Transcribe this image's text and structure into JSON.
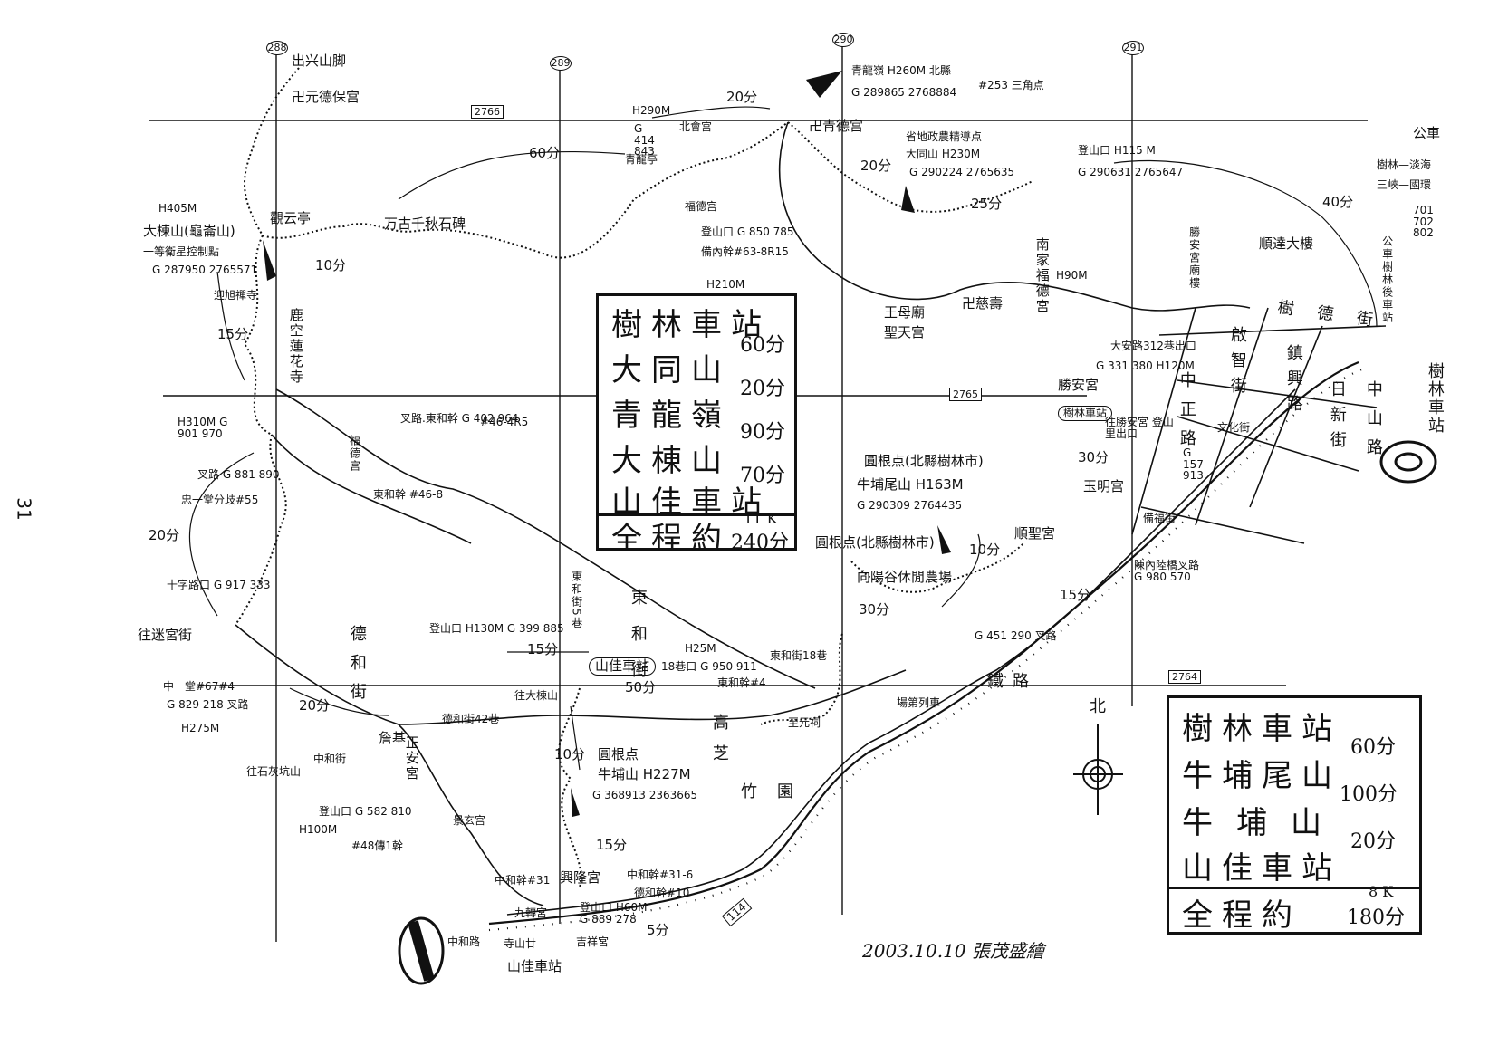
{
  "page_number": "31",
  "grid": {
    "cols": [
      "288",
      "289",
      "290",
      "291"
    ],
    "rows": [
      "2766",
      "2765",
      "2764"
    ]
  },
  "box1": {
    "stations": [
      "樹林車站",
      "大同山",
      "青龍嶺",
      "大棟山",
      "山佳車站"
    ],
    "times": [
      "60分",
      "20分",
      "90分",
      "70分"
    ],
    "total_label": "全程約",
    "distance": "11 K",
    "total_time": "240分"
  },
  "box2": {
    "stations": [
      "樹林車站",
      "牛埔尾山",
      "牛埔山",
      "山佳車站"
    ],
    "times": [
      "60分",
      "100分",
      "20分"
    ],
    "total_label": "全程約",
    "distance": "8 K",
    "total_time": "180分"
  },
  "north_label": "北",
  "credit": "2003.10.10 張茂盛繪",
  "labels": {
    "chuxing": "出兴山脚",
    "yuande": "卍元德保宫",
    "qinglong_h": "青龍嶺 H260M 北縣",
    "qinglong_n": "#253 三角点",
    "qinglong_g": "G 289865 2768884",
    "qingde": "卍青德宫",
    "dadong_h": "H405M",
    "dadong_name": "大棟山(龜崙山)",
    "dadong_pt": "一等衛星控制點",
    "dadong_g": "G 287950 2765571",
    "guanyun": "觀云亭",
    "wangu": "万古千秋石碑",
    "h290": "H290M",
    "g414": "G 414 843",
    "qinglongting": "青龍亭",
    "beihui": "北會宫",
    "fude": "福德宫",
    "dengshan850": "登山口 G 850 785",
    "fanei": "備內幹#63-8R15",
    "h210": "H210M",
    "datong_pt": "省地政農精導点",
    "datong_h": "大同山 H230M",
    "datong_g": "G 290224 2765635",
    "dengshan_h115": "登山口 H115 M",
    "dengshan_g": "G 290631 2765647",
    "bus_title": "公車",
    "bus_route1": "樹林—淡海",
    "bus_route2": "三峽—國環",
    "bus_nums": "701 702 802",
    "bus_side": "公車樹林後車站",
    "nanjia": "南家福德宮",
    "nanjia_h": "H90M",
    "ciqi": "卍慈壽",
    "wangmu": "王母廟",
    "shengtian": "聖天宫",
    "lukong": "鹿空蓮花寺",
    "h310": "H310M G 901 970",
    "chalu881": "叉路 G 881 890",
    "zhongyi": "忠一堂分歧#55",
    "chalu_donghe": "叉路.東和幹 G 402 964",
    "donghe46": "#46-4R5",
    "fuying": "福德宫",
    "donghegan": "東和幹 #46-8",
    "zhilu": "十字路口 G 917 333",
    "xiaxi": "往迷宮街",
    "zhongyitang": "中一堂#67#4",
    "g829": "G 829 218 叉路",
    "h275": "H275M",
    "jianshan": "登山口 H130M G 399 885",
    "shanjia_station": "山佳車站",
    "dehe": "德和街",
    "donghejie": "東和街",
    "donghejie5": "東和街5巷",
    "zhuyuan": "竹園",
    "gaocao": "高芝",
    "zhiyuan": "至元祠",
    "wang_dadong": "往大棟山",
    "niupu_sub": "圓根点",
    "niupu_h": "牛埔山 H227M",
    "niupu_g": "G 368913 2363665",
    "niupuwei_pt": "圓根点(北縣樹林市)",
    "niupuwei_h": "牛埔尾山 H163M",
    "niupuwei_g": "G 290309 2764435",
    "niupuwei_pt2": "圓根点(北縣樹林市)",
    "xiangyang": "向陽谷休閒農場",
    "chalu_g": "G 451 290 叉路",
    "shunsheng": "順聖宮",
    "yuming": "玉明宫",
    "shengan": "勝安宮",
    "shulin_station": "樹林車站",
    "shulin_station_v": "樹林車站",
    "daan": "大安路312巷出口",
    "daan_g": "G 331 380 H120M",
    "wang_shengan": "往勝安宮 登山里出口",
    "g157": "G 157 913",
    "wenhua": "文化街",
    "shengan_temple": "勝安宮廟樓",
    "shunda": "順達大樓",
    "shude": "樹德街",
    "juzhi": "啟智街",
    "zhenxing": "鎮興路",
    "rixin": "日新街",
    "zhongshan": "中山路",
    "zhongzheng": "中正路",
    "baofu": "備福街",
    "tielu": "鐵路",
    "shoulie": "場第列車",
    "chenyong": "陳內陸橋叉路 G 980 570",
    "donghe18": "東和街18巷",
    "g950": "18巷口 G 950 911",
    "h25": "H25M",
    "donghe4": "東和幹#4",
    "zhongan": "正安宮",
    "zhanji": "詹基",
    "dehe42": "德和街42巷",
    "jingxuan": "景玄宫",
    "wang_dashi": "往石灰坑山",
    "zhonghejie": "中和街",
    "dengshan582": "登山口 G 582 810",
    "h100": "H100M",
    "s48": "#48傳1幹",
    "zhongheroad": "中和路",
    "xinglong": "興隆宮",
    "zhonghe_gan": "中和幹#31",
    "jiuyi": "九轉宮",
    "zhonghe316": "中和幹#31-6",
    "dehe10": "德和幹#10",
    "dengshan60": "登山口 H60M G 889 278",
    "shanjia_bot": "山佳車站",
    "ciyuan": "寺山廿",
    "jixiang": "吉祥宮",
    "r114": "114",
    "t60": "60分",
    "t20a": "20分",
    "t20b": "20分",
    "t25": "25分",
    "t40": "40分",
    "t10a": "10分",
    "t15a": "15分",
    "t20c": "20分",
    "t20d": "20分",
    "t15b": "15分",
    "t50": "50分",
    "t10b": "10分",
    "t15c": "15分",
    "t5": "5分",
    "t30a": "30分",
    "t30b": "30分",
    "t10c": "10分",
    "t15d": "15分",
    "yiling": "迎旭禪寺"
  }
}
